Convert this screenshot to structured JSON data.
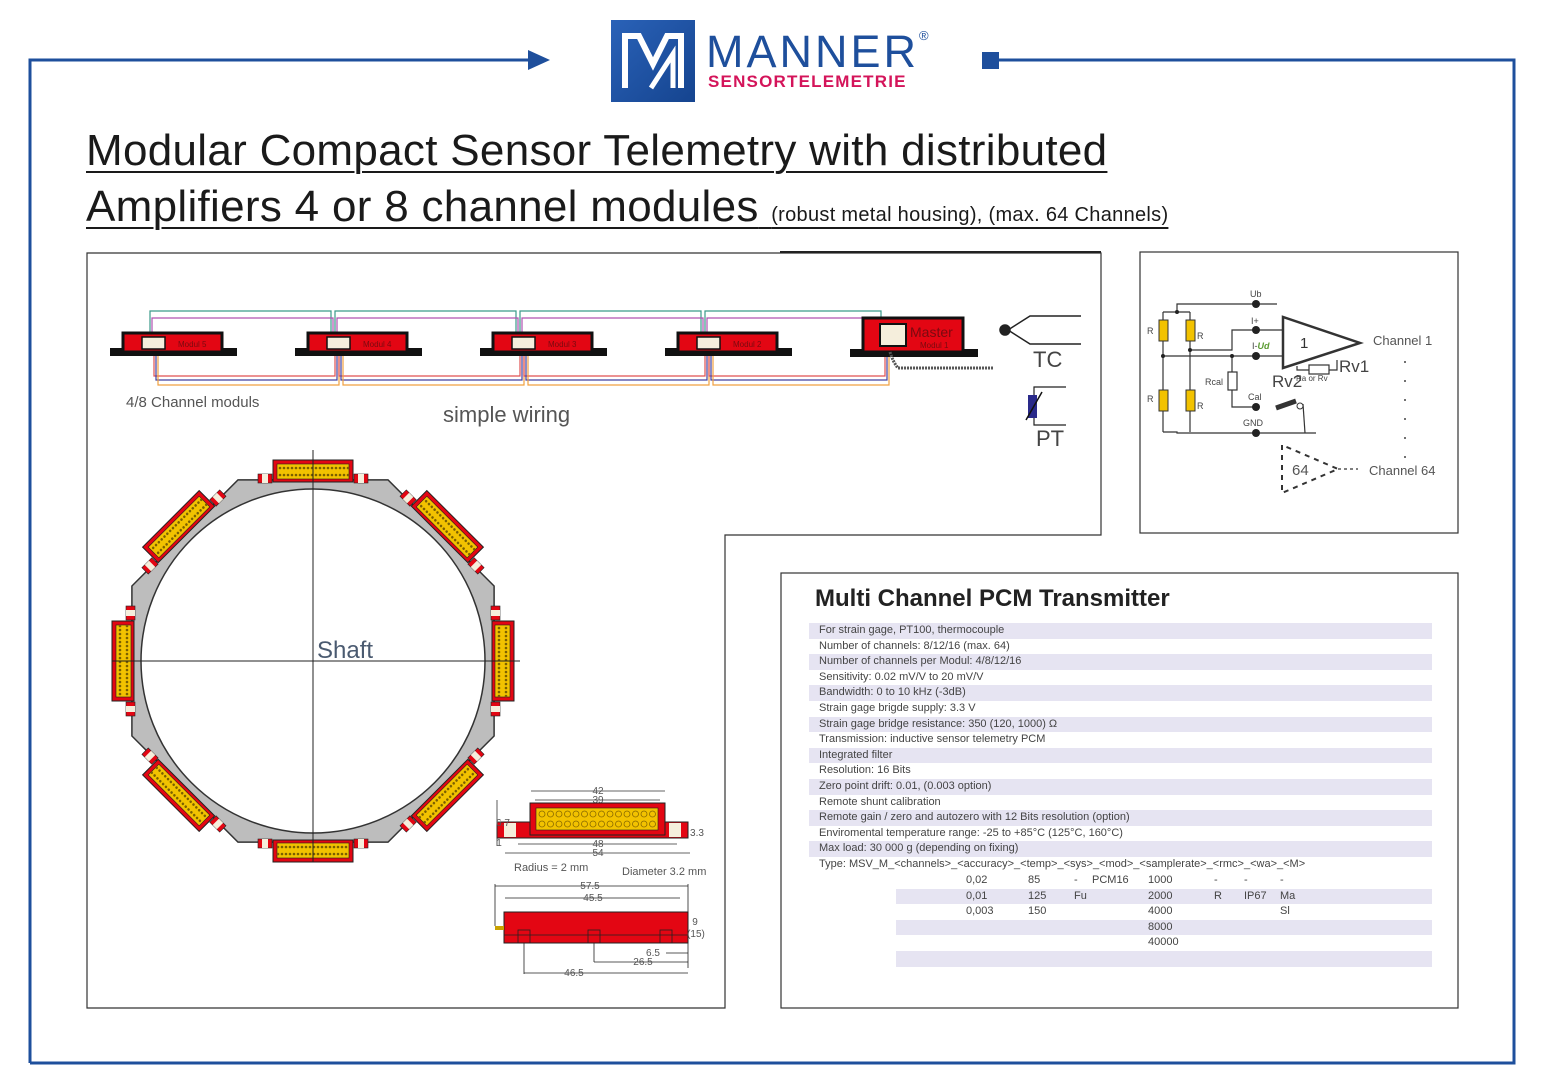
{
  "brand": {
    "name": "MANNER",
    "registered": "®",
    "tagline": "SENSORTELEMETRIE",
    "logo_letters": "MA",
    "primary_color": "#1e4f9c",
    "accent_color": "#d4145a"
  },
  "title": {
    "line1": "Modular Compact Sensor Telemetry with distributed",
    "line2": "Amplifiers 4 or 8 channel modules",
    "note": "(robust metal housing), (max. 64 Channels)"
  },
  "wiring": {
    "modules": [
      "Modul 5",
      "Modul 4",
      "Modul 3",
      "Modul 2"
    ],
    "master_label": "Master",
    "master_sub": "Modul 1",
    "caption_modules": "4/8 Channel moduls",
    "caption_wiring": "simple wiring",
    "tc_label": "TC",
    "pt_label": "PT"
  },
  "ring": {
    "label": "Shaft"
  },
  "dimensions": {
    "top": {
      "d42": "42",
      "d39": "39",
      "d67": "6.7",
      "d1": "1",
      "d33": "3.3",
      "d48": "48",
      "d54": "54"
    },
    "radius": "Radius = 2 mm",
    "diameter": "Diameter 3.2 mm",
    "side": {
      "d575": "57.5",
      "d455": "45.5",
      "d9": "9",
      "d15": "(15)",
      "d65": "6.5",
      "d265": "26.5",
      "d465": "46.5"
    }
  },
  "circuit": {
    "ub": "Ub",
    "i_plus": "I+",
    "i_minus": "I-",
    "ud": "Ud",
    "amp": "1",
    "channel1": "Channel 1",
    "rv1": "Rv1",
    "rv2": "Rv2",
    "ra_or_rv": "Ra or Rv",
    "rcal": "Rcal",
    "cal": "Cal",
    "gnd": "GND",
    "r": "R",
    "amp64": "64",
    "channel64": "Channel 64"
  },
  "spec_table": {
    "title": "Multi Channel PCM Transmitter",
    "rows": [
      "For strain gage, PT100, thermocouple",
      "Number of channels: 8/12/16 (max. 64)",
      "Number of channels per Modul: 4/8/12/16",
      "Sensitivity: 0.02 mV/V to 20 mV/V",
      "Bandwidth: 0 to 10 kHz (-3dB)",
      "Strain gage brigde supply: 3.3 V",
      "Strain gage bridge resistance: 350 (120, 1000) Ω",
      "Transmission: inductive sensor telemetry PCM",
      "Integrated filter",
      "Resolution: 16 Bits",
      "Zero point drift: 0.01, (0.003 option)",
      "Remote shunt calibration",
      "Remote gain / zero and autozero with 12 Bits resolution (option)",
      "Enviromental temperature range: -25 to +85°C (125°C, 160°C)",
      "Max load: 30 000 g (depending on fixing)",
      "Type: MSV_M_<channels>_<accuracy>_<temp>_<sys>_<mod>_<samplerate>_<rmc>_<wa>_<M>"
    ],
    "type_options": [
      [
        "0,02",
        "85",
        "-",
        "PCM16",
        "1000",
        "-",
        "-",
        "-"
      ],
      [
        "0,01",
        "125",
        "Fu",
        "",
        "2000",
        "R",
        "IP67",
        "Ma"
      ],
      [
        "0,003",
        "150",
        "",
        "",
        "4000",
        "",
        "",
        "Sl"
      ],
      [
        "",
        "",
        "",
        "",
        "8000",
        "",
        "",
        ""
      ],
      [
        "",
        "",
        "",
        "",
        "40000",
        "",
        "",
        ""
      ],
      [
        "",
        "",
        "",
        "",
        "",
        "",
        "",
        ""
      ]
    ]
  }
}
